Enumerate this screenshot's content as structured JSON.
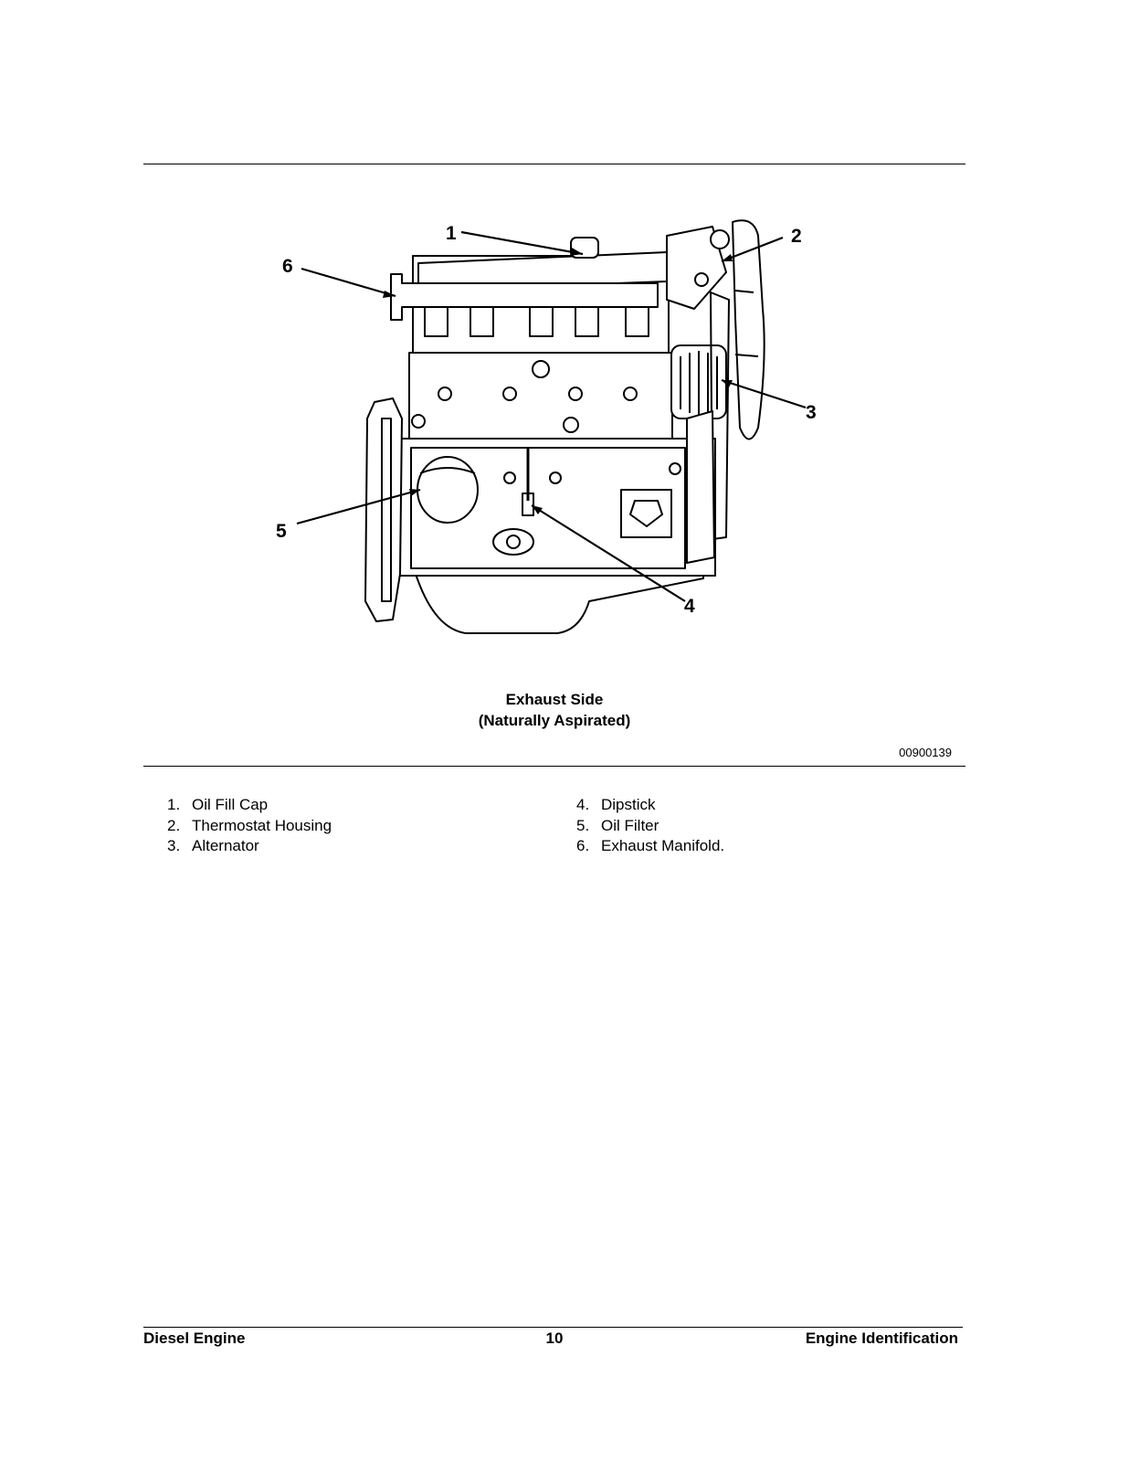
{
  "figure": {
    "callouts": [
      "1",
      "2",
      "3",
      "4",
      "5",
      "6"
    ],
    "caption_line1": "Exhaust Side",
    "caption_line2": "(Naturally Aspirated)",
    "figure_id": "00900139"
  },
  "legend": {
    "left": [
      {
        "num": "1.",
        "label": "Oil Fill Cap"
      },
      {
        "num": "2.",
        "label": "Thermostat Housing"
      },
      {
        "num": "3.",
        "label": "Alternator"
      }
    ],
    "right": [
      {
        "num": "4.",
        "label": "Dipstick"
      },
      {
        "num": "5.",
        "label": "Oil Filter"
      },
      {
        "num": "6.",
        "label": "Exhaust Manifold."
      }
    ]
  },
  "footer": {
    "left": "Diesel Engine",
    "page": "10",
    "right": "Engine Identification"
  }
}
